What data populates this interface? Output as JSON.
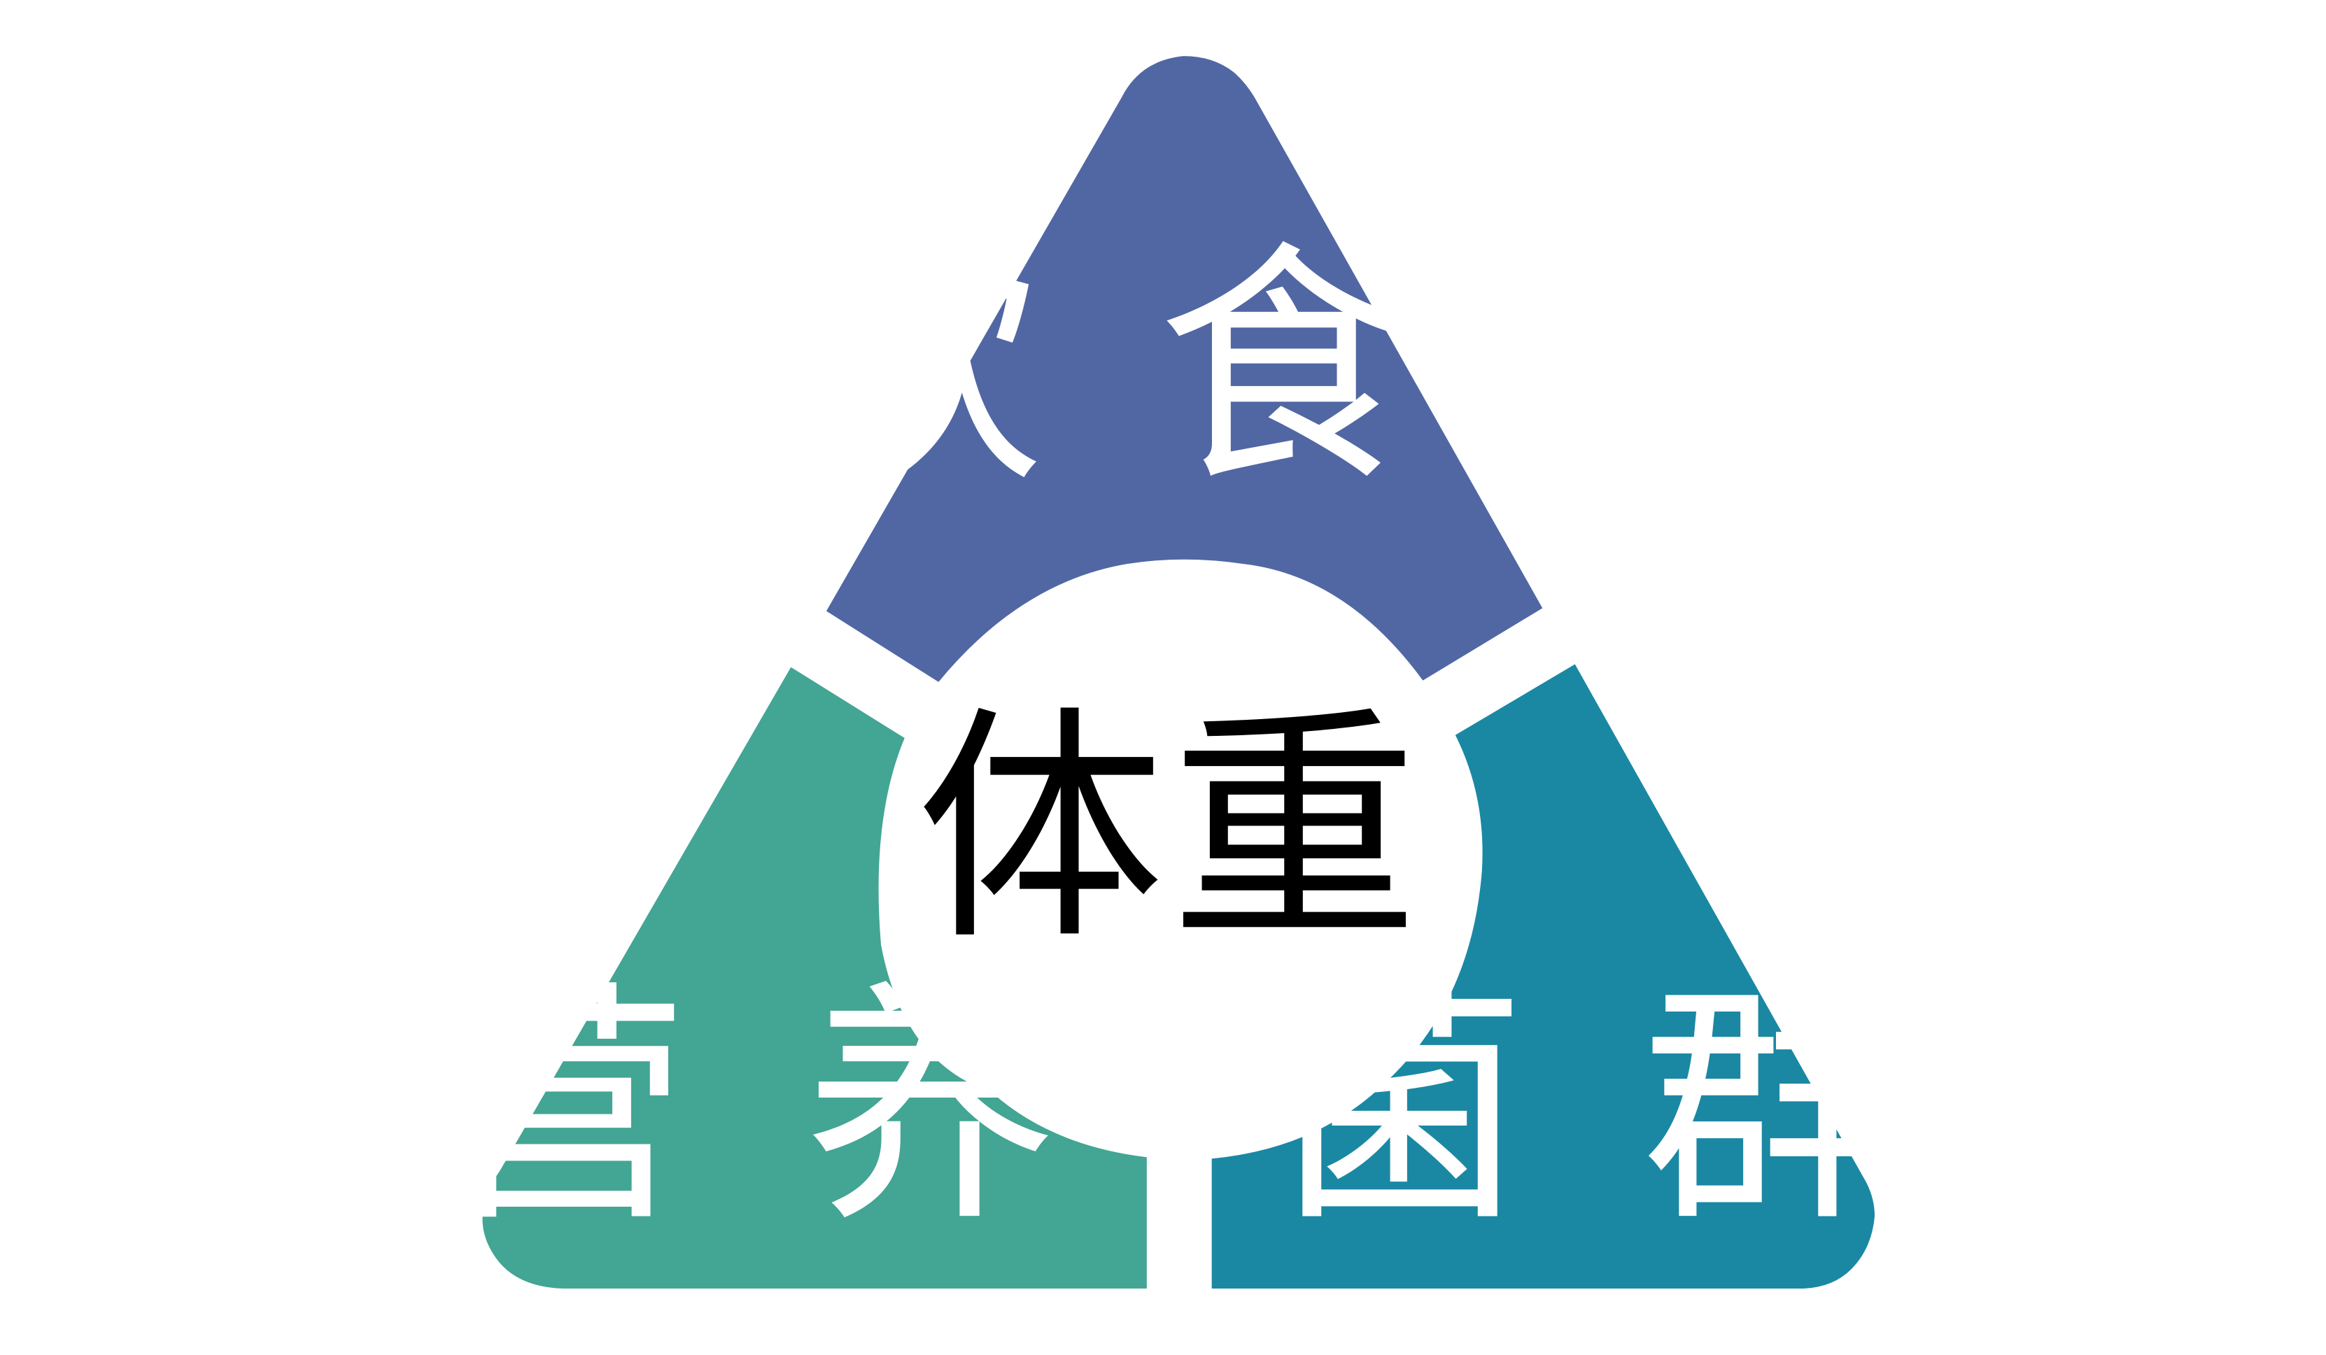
{
  "diagram": {
    "center": {
      "label": "体重"
    },
    "segments": [
      {
        "id": "top",
        "label": "饮食",
        "color": "#5167A4"
      },
      {
        "id": "bottom-left",
        "label": "营养",
        "color": "#43A594"
      },
      {
        "id": "bottom-right",
        "label": "菌群",
        "color": "#1A88A3"
      }
    ],
    "colors": {
      "background": "#FFFFFF",
      "center_text": "#000000",
      "segment_text": "#FFFFFF"
    }
  }
}
